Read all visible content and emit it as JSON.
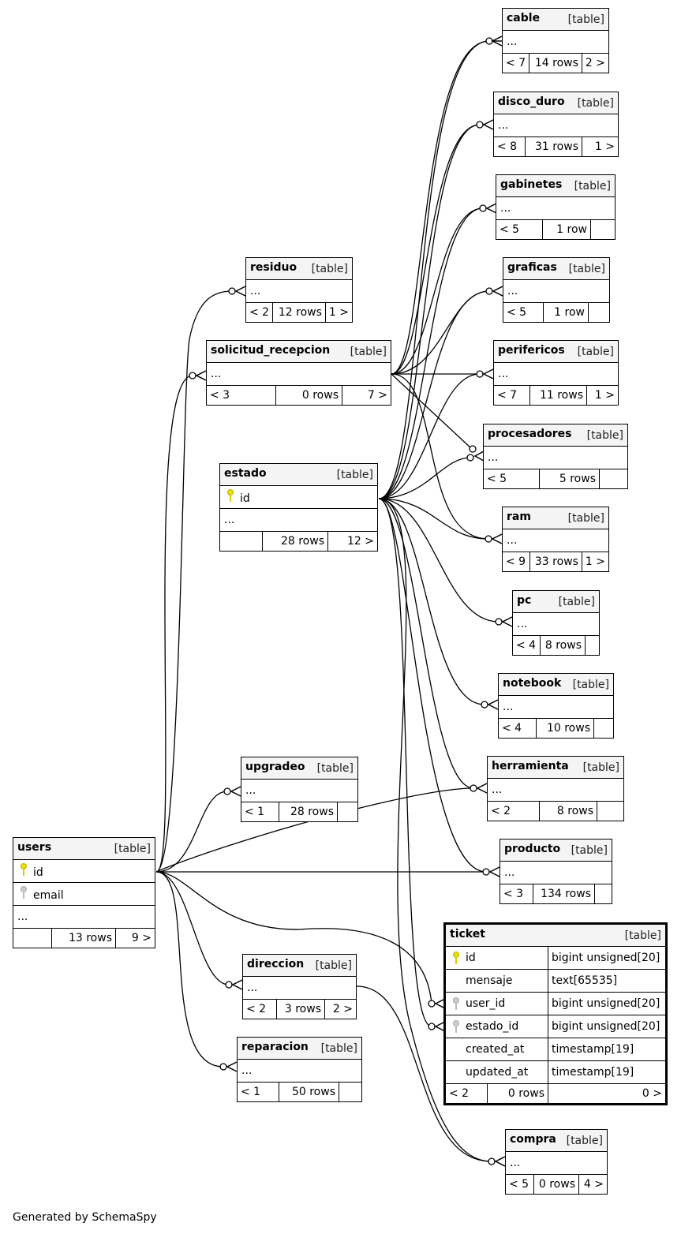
{
  "footer": "Generated by SchemaSpy",
  "kind_label": "[table]",
  "ellipsis": "...",
  "tables": {
    "cable": {
      "name": "cable",
      "left": "< 7",
      "rows": "14 rows",
      "right": "2 >"
    },
    "disco_duro": {
      "name": "disco_duro",
      "left": "< 8",
      "rows": "31 rows",
      "right": "1 >"
    },
    "gabinetes": {
      "name": "gabinetes",
      "left": "< 5",
      "rows": "1 row",
      "right": ""
    },
    "graficas": {
      "name": "graficas",
      "left": "< 5",
      "rows": "1 row",
      "right": ""
    },
    "perifericos": {
      "name": "perifericos",
      "left": "< 7",
      "rows": "11 rows",
      "right": "1 >"
    },
    "procesadores": {
      "name": "procesadores",
      "left": "< 5",
      "rows": "5 rows",
      "right": ""
    },
    "ram": {
      "name": "ram",
      "left": "< 9",
      "rows": "33 rows",
      "right": "1 >"
    },
    "pc": {
      "name": "pc",
      "left": "< 4",
      "rows": "8 rows",
      "right": ""
    },
    "notebook": {
      "name": "notebook",
      "left": "< 4",
      "rows": "10 rows",
      "right": ""
    },
    "herramienta": {
      "name": "herramienta",
      "left": "< 2",
      "rows": "8 rows",
      "right": ""
    },
    "producto": {
      "name": "producto",
      "left": "< 3",
      "rows": "134 rows",
      "right": ""
    },
    "residuo": {
      "name": "residuo",
      "left": "< 2",
      "rows": "12 rows",
      "right": "1 >"
    },
    "solicitud_recepcion": {
      "name": "solicitud_recepcion",
      "left": "< 3",
      "rows": "0 rows",
      "right": "7 >"
    },
    "estado": {
      "name": "estado",
      "columns": [
        {
          "name": "id",
          "key": "pk"
        }
      ],
      "left": "",
      "rows": "28 rows",
      "right": "12 >"
    },
    "upgradeo": {
      "name": "upgradeo",
      "left": "< 1",
      "rows": "28 rows",
      "right": ""
    },
    "users": {
      "name": "users",
      "columns": [
        {
          "name": "id",
          "key": "pk"
        },
        {
          "name": "email",
          "key": "fk"
        }
      ],
      "left": "",
      "rows": "13 rows",
      "right": "9 >"
    },
    "direccion": {
      "name": "direccion",
      "left": "< 2",
      "rows": "3 rows",
      "right": "2 >"
    },
    "reparacion": {
      "name": "reparacion",
      "left": "< 1",
      "rows": "50 rows",
      "right": ""
    },
    "ticket": {
      "name": "ticket",
      "columns": [
        {
          "name": "id",
          "type": "bigint unsigned[20]",
          "key": "pk"
        },
        {
          "name": "mensaje",
          "type": "text[65535]",
          "key": ""
        },
        {
          "name": "user_id",
          "type": "bigint unsigned[20]",
          "key": "fk"
        },
        {
          "name": "estado_id",
          "type": "bigint unsigned[20]",
          "key": "fk"
        },
        {
          "name": "created_at",
          "type": "timestamp[19]",
          "key": ""
        },
        {
          "name": "updated_at",
          "type": "timestamp[19]",
          "key": ""
        }
      ],
      "left": "< 2",
      "rows": "0 rows",
      "right": "0 >"
    },
    "compra": {
      "name": "compra",
      "left": "< 5",
      "rows": "0 rows",
      "right": "4 >"
    }
  },
  "relationships": [
    {
      "from": "estado",
      "to": "cable"
    },
    {
      "from": "estado",
      "to": "disco_duro"
    },
    {
      "from": "estado",
      "to": "gabinetes"
    },
    {
      "from": "estado",
      "to": "graficas"
    },
    {
      "from": "estado",
      "to": "perifericos"
    },
    {
      "from": "estado",
      "to": "procesadores"
    },
    {
      "from": "estado",
      "to": "ram"
    },
    {
      "from": "estado",
      "to": "pc"
    },
    {
      "from": "estado",
      "to": "notebook"
    },
    {
      "from": "estado",
      "to": "herramienta"
    },
    {
      "from": "estado",
      "to": "producto"
    },
    {
      "from": "estado",
      "to": "compra"
    },
    {
      "from": "estado",
      "to": "ticket"
    },
    {
      "from": "solicitud_recepcion",
      "to": "cable"
    },
    {
      "from": "solicitud_recepcion",
      "to": "disco_duro"
    },
    {
      "from": "solicitud_recepcion",
      "to": "gabinetes"
    },
    {
      "from": "solicitud_recepcion",
      "to": "graficas"
    },
    {
      "from": "solicitud_recepcion",
      "to": "perifericos"
    },
    {
      "from": "solicitud_recepcion",
      "to": "procesadores"
    },
    {
      "from": "solicitud_recepcion",
      "to": "ram"
    },
    {
      "from": "users",
      "to": "residuo"
    },
    {
      "from": "users",
      "to": "solicitud_recepcion"
    },
    {
      "from": "users",
      "to": "upgradeo"
    },
    {
      "from": "users",
      "to": "herramienta"
    },
    {
      "from": "users",
      "to": "producto"
    },
    {
      "from": "users",
      "to": "direccion"
    },
    {
      "from": "users",
      "to": "reparacion"
    },
    {
      "from": "users",
      "to": "ticket"
    },
    {
      "from": "direccion",
      "to": "compra"
    }
  ]
}
